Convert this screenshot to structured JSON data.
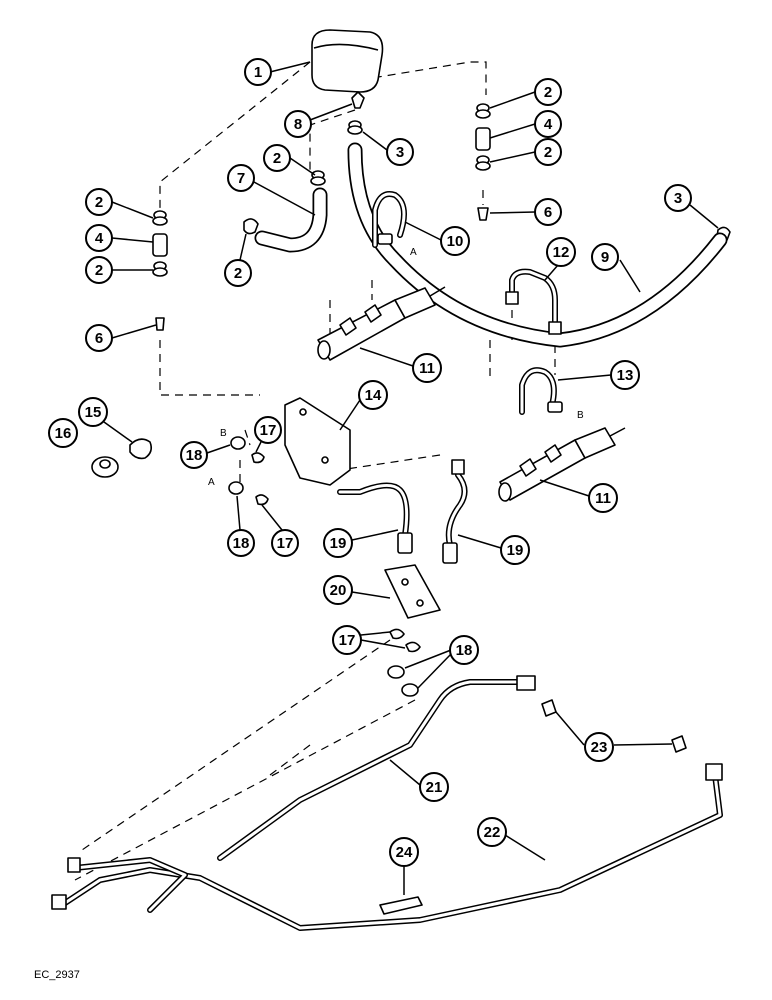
{
  "figure_ref": "EC_2937",
  "callouts": [
    {
      "id": "c1",
      "label": "1"
    },
    {
      "id": "c2a",
      "label": "2"
    },
    {
      "id": "c2b",
      "label": "2"
    },
    {
      "id": "c2c",
      "label": "2"
    },
    {
      "id": "c2d",
      "label": "2"
    },
    {
      "id": "c2e",
      "label": "2"
    },
    {
      "id": "c2f",
      "label": "2"
    },
    {
      "id": "c3a",
      "label": "3"
    },
    {
      "id": "c3b",
      "label": "3"
    },
    {
      "id": "c4a",
      "label": "4"
    },
    {
      "id": "c4b",
      "label": "4"
    },
    {
      "id": "c6a",
      "label": "6"
    },
    {
      "id": "c6b",
      "label": "6"
    },
    {
      "id": "c7",
      "label": "7"
    },
    {
      "id": "c8",
      "label": "8"
    },
    {
      "id": "c9",
      "label": "9"
    },
    {
      "id": "c10",
      "label": "10"
    },
    {
      "id": "c11a",
      "label": "11"
    },
    {
      "id": "c11b",
      "label": "11"
    },
    {
      "id": "c12",
      "label": "12"
    },
    {
      "id": "c13",
      "label": "13"
    },
    {
      "id": "c14",
      "label": "14"
    },
    {
      "id": "c15",
      "label": "15"
    },
    {
      "id": "c16",
      "label": "16"
    },
    {
      "id": "c17a",
      "label": "17"
    },
    {
      "id": "c17b",
      "label": "17"
    },
    {
      "id": "c17c",
      "label": "17"
    },
    {
      "id": "c18a",
      "label": "18"
    },
    {
      "id": "c18b",
      "label": "18"
    },
    {
      "id": "c18c",
      "label": "18"
    },
    {
      "id": "c19a",
      "label": "19"
    },
    {
      "id": "c19b",
      "label": "19"
    },
    {
      "id": "c20",
      "label": "20"
    },
    {
      "id": "c21",
      "label": "21"
    },
    {
      "id": "c22",
      "label": "22"
    },
    {
      "id": "c23",
      "label": "23"
    },
    {
      "id": "c24",
      "label": "24"
    }
  ],
  "markers": {
    "a_upper": "A",
    "b_upper": "B",
    "a_lower": "A",
    "b_lower": "B"
  }
}
